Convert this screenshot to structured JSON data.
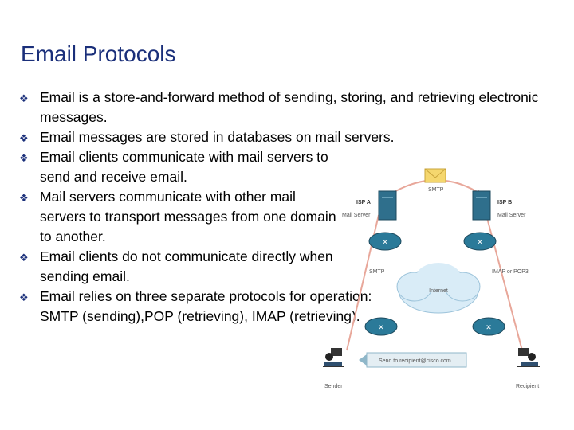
{
  "slide": {
    "title": "Email Protocols",
    "bullets": [
      "Email is a store-and-forward method of sending, storing, and retrieving electronic messages.",
      "Email messages are stored in databases on mail servers.",
      "Email clients communicate with mail servers to send and receive email.",
      "Mail servers communicate with other mail servers to transport messages from one domain to another.",
      "Email clients do not communicate directly when sending email.",
      "Email relies on three separate protocols for operation: SMTP (sending),POP (retrieving), IMAP (retrieving)."
    ]
  },
  "diagram": {
    "isp_a": "ISP A",
    "isp_b": "ISP B",
    "mail_server_a": "Mail Server",
    "mail_server_b": "Mail Server",
    "smtp_top": "SMTP",
    "smtp_left": "SMTP",
    "imap_pop": "IMAP or POP3",
    "internet": "Internet",
    "message": "Send to recipient@cisco.com",
    "sender": "Sender",
    "recipient": "Recipient",
    "colors": {
      "arrow": "#e8a79a",
      "cloud": "#d9ecf7",
      "router": "#2b7a99",
      "server": "#2f6f8c"
    }
  }
}
